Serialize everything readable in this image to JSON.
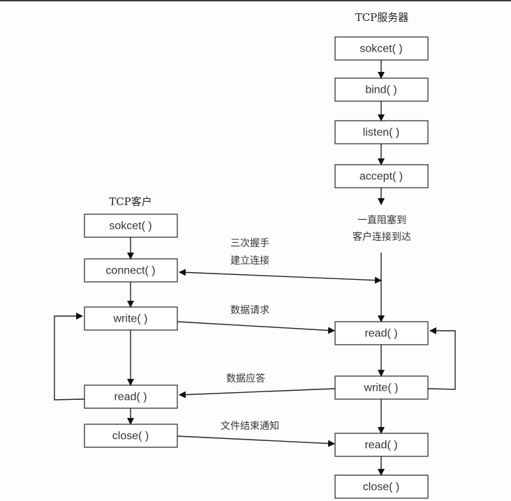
{
  "server": {
    "title": "TCP服务器",
    "steps": [
      "sokcet( )",
      "bind( )",
      "listen( )",
      "accept( )"
    ],
    "block_note": [
      "一直阻塞到",
      "客户连接到达"
    ],
    "loop_steps": [
      "read( )",
      "write( )"
    ],
    "end_steps": [
      "read( )",
      "close( )"
    ]
  },
  "client": {
    "title": "TCP客户",
    "steps": [
      "sokcet( )",
      "connect( )",
      "write( )",
      "read( )",
      "close( )"
    ]
  },
  "messages": {
    "handshake": [
      "三次握手",
      "建立连接"
    ],
    "request": "数据请求",
    "reply": "数据应答",
    "eof": "文件结束通知"
  }
}
